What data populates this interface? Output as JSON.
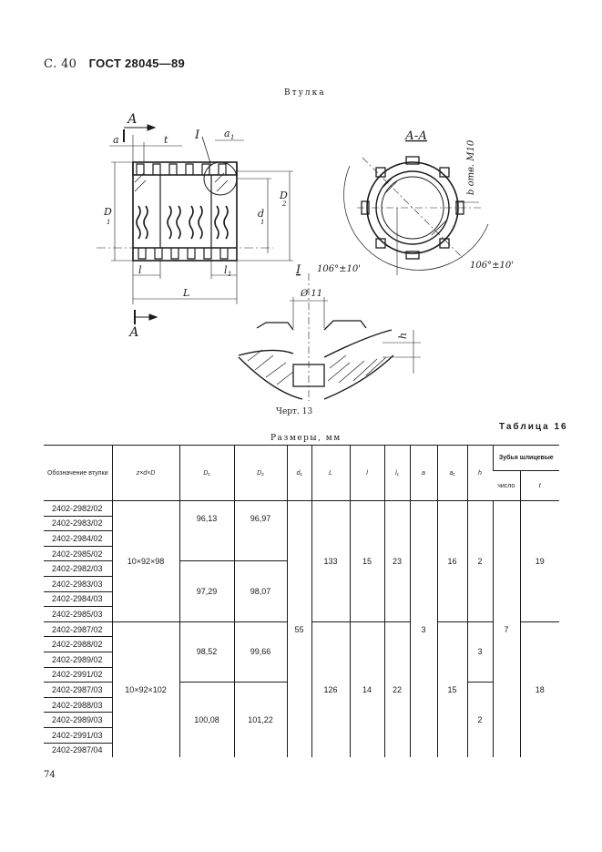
{
  "header": {
    "page": "С. 40",
    "standard": "ГОСТ 28045—89"
  },
  "figure": {
    "title": "Втулка",
    "caption": "Черт. 13",
    "labels": {
      "section_mark": "А",
      "section_view": "А-А",
      "detail_mark": "I",
      "a": "a",
      "t": "t",
      "a1": "a",
      "a1_sub": "1",
      "D1": "D",
      "D1_sub": "1",
      "D2": "D",
      "D2_sub": "2",
      "d1": "d",
      "d1_sub": "1",
      "l": "l",
      "l1": "l",
      "l1_sub": "1",
      "L": "L",
      "angle_left": "106°±10'",
      "angle_right": "106°±10'",
      "b_label": "b отв. М10",
      "diameter": "Ø 11",
      "h": "h"
    }
  },
  "table": {
    "label": "Таблица 16",
    "subtitle": "Размеры, мм",
    "headers": {
      "designation": "Обозначение втулки",
      "zdD": "z×d×D",
      "D1": "D₁",
      "D2": "D₂",
      "d1": "d₁",
      "L": "L",
      "l": "l",
      "l1": "l₁",
      "a": "a",
      "a1": "a₁",
      "h": "h",
      "teeth": "Зубья шлицевые",
      "count": "число",
      "t": "t"
    },
    "designations": [
      "2402-2982/02",
      "2402-2983/02",
      "2402-2984/02",
      "2402-2985/02",
      "2402-2982/03",
      "2402-2983/03",
      "2402-2984/03",
      "2402-2985/03",
      "2402-2987/02",
      "2402-2988/02",
      "2402-2989/02",
      "2402-2991/02",
      "2402-2987/03",
      "2402-2988/03",
      "2402-2989/03",
      "2402-2991/03",
      "2402-2987/04"
    ],
    "g1": {
      "zdD": "10×92×98",
      "D1_a": "96,13",
      "D2_a": "96,97",
      "D1_b": "97,29",
      "D2_b": "98,07",
      "L": "133",
      "l": "15",
      "l1": "23",
      "a1": "16",
      "h": "2",
      "t": "19"
    },
    "g2": {
      "zdD": "10×92×102",
      "D1_a": "98,52",
      "D2_a": "99,66",
      "D1_b": "100,08",
      "D2_b": "101,22",
      "L": "126",
      "l": "14",
      "l1": "22",
      "a1": "15",
      "h_a": "3",
      "h_b": "2",
      "t": "18"
    },
    "shared": {
      "d1": "55",
      "a": "3",
      "count": "7"
    }
  },
  "footer": {
    "page_number": "74"
  }
}
